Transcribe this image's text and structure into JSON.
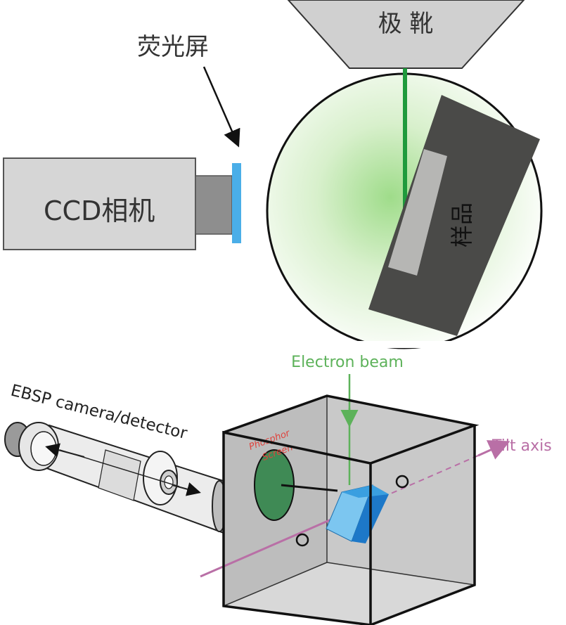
{
  "top_diagram": {
    "pole_piece_label": "极 靴",
    "screen_label": "荧光屏",
    "camera_label": "CCD相机",
    "sample_label": "样品"
  },
  "bottom_diagram": {
    "electron_beam_label": "Electron beam",
    "camera_label": "EBSP camera/detector",
    "tilt_axis_label": "Tilt axis",
    "screen_label_line1": "Phosphor",
    "screen_label_line2": "Screen"
  },
  "colors": {
    "beam_green": "#1f9a3c",
    "screen_blue": "#4aaee8",
    "tilt_pink": "#b96fa6",
    "label_green": "#5db25a",
    "sample_blue": "#3aa0e0"
  }
}
